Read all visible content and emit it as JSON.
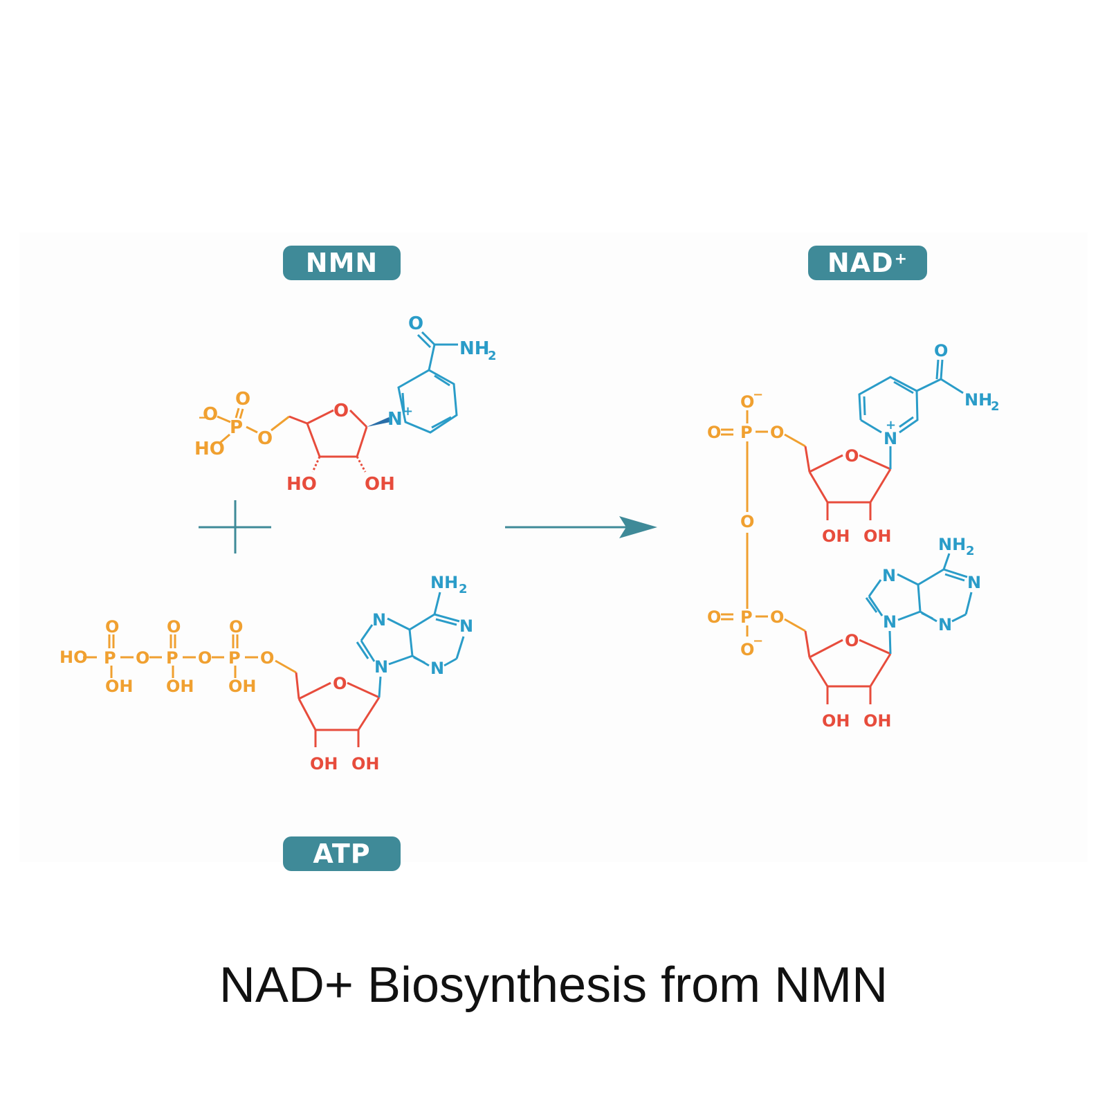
{
  "labels": {
    "nmn": "NMN",
    "nad": "NAD",
    "nad_charge": "+",
    "atp": "ATP"
  },
  "caption": "NAD+ Biosynthesis from NMN",
  "colors": {
    "phosphate": "#f0a030",
    "sugar": "#e74c3c",
    "base": "#2a9cc8",
    "accent": "#3f8a98"
  },
  "atoms": {
    "O": "O",
    "OH": "OH",
    "HO": "HO",
    "P": "P",
    "N": "N",
    "NH2": "NH",
    "sub2": "2",
    "plus": "+",
    "minus": "−"
  }
}
